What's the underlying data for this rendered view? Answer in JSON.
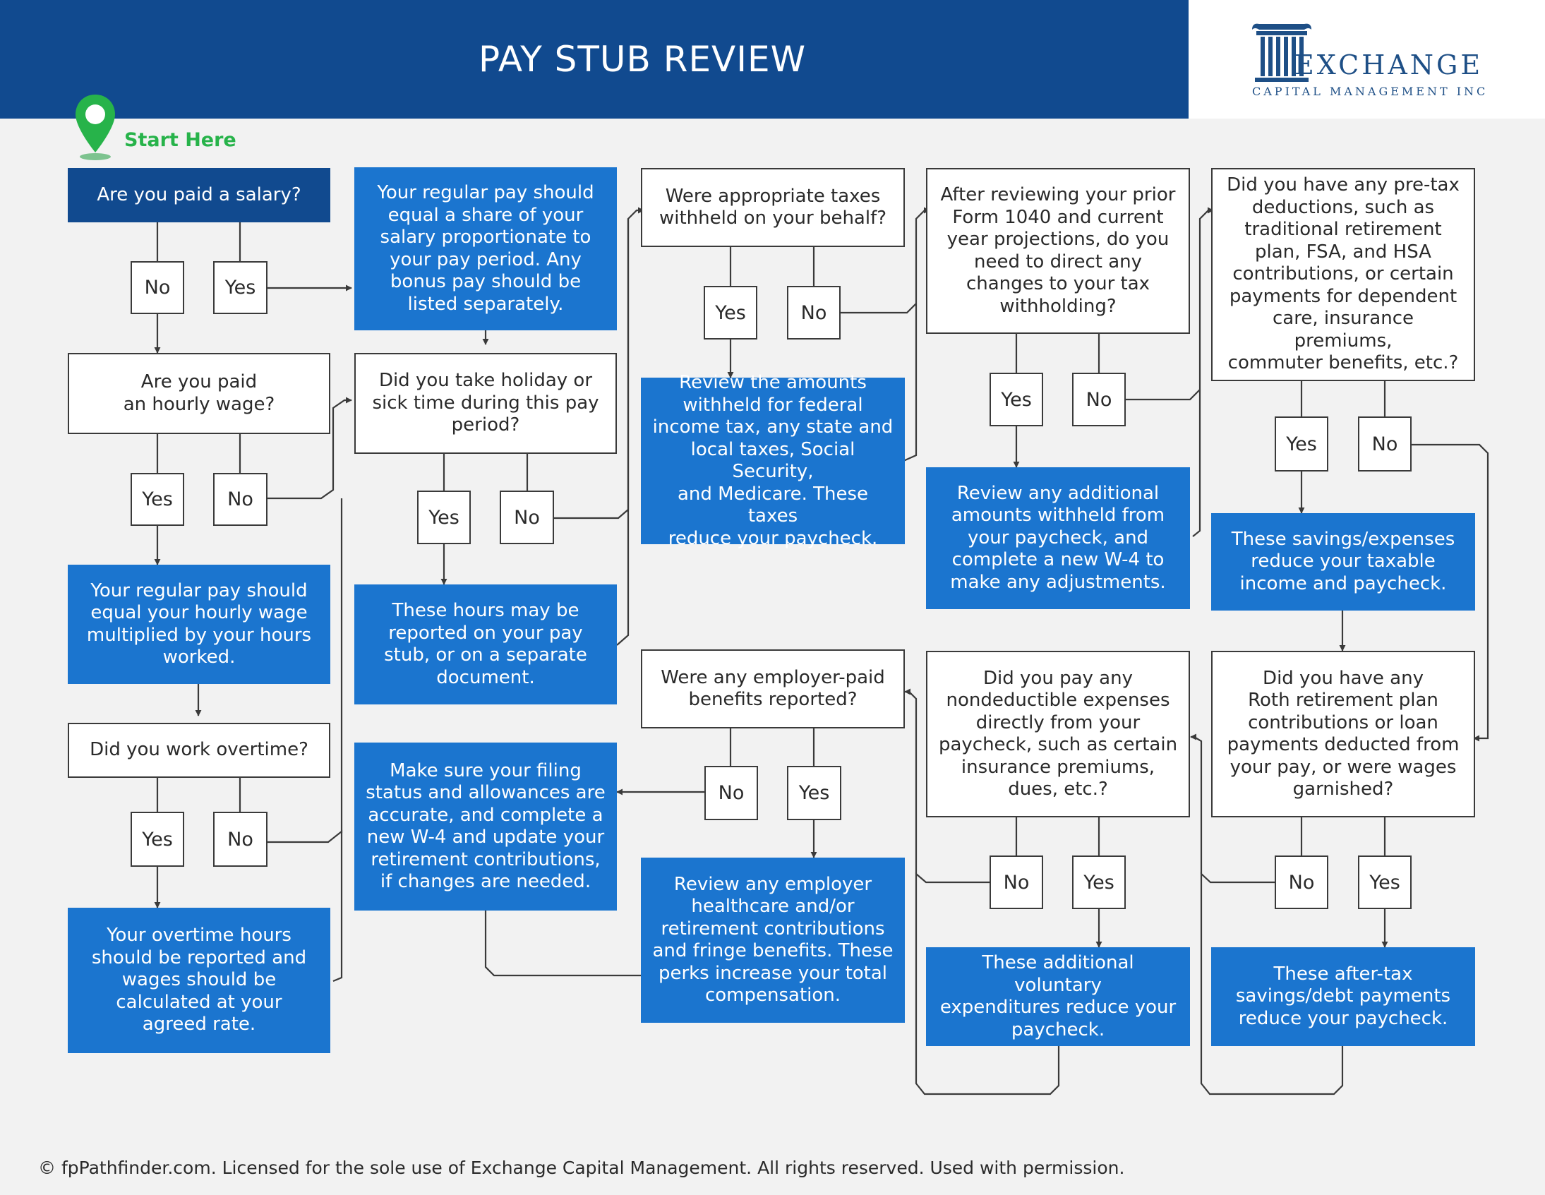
{
  "title": "PAY STUB REVIEW",
  "logo": {
    "word": "EXCHANGE",
    "initial": "E",
    "subtitle": "CAPITAL MANAGEMENT INC"
  },
  "start_label": "Start Here",
  "colors": {
    "header_blue": "#114a8f",
    "answer_blue": "#1b75cf",
    "start_green": "#27b34a",
    "background": "#f2f2f2"
  },
  "nodes": {
    "q_salary": "Are you paid a salary?",
    "a_salary": "Your regular pay should\nequal a share of your\nsalary proportionate to\nyour pay period. Any\nbonus pay should be\nlisted separately.",
    "q_hourly": "Are you paid\nan hourly wage?",
    "a_hourly": "Your regular pay should\nequal your hourly wage\nmultiplied by your hours\nworked.",
    "q_overtime": "Did you work overtime?",
    "a_overtime": "Your overtime hours\nshould be reported and\nwages should be\ncalculated at your\nagreed rate.",
    "q_holiday": "Did you take holiday or\nsick time during this pay\nperiod?",
    "a_holiday": "These hours may be\nreported on your pay\nstub, or on a separate\ndocument.",
    "q_taxes": "Were appropriate taxes\nwithheld on your behalf?",
    "a_taxes": "Review the amounts\nwithheld for federal\nincome tax, any state and\nlocal taxes, Social Security,\nand Medicare. These taxes\nreduce your paycheck.",
    "q_withholding": "After reviewing your prior\nForm 1040 and current\nyear projections, do you\nneed to direct any\nchanges to your tax\nwithholding?",
    "a_withholding": "Review any additional\namounts withheld from\nyour paycheck, and\ncomplete a new W-4 to\nmake any adjustments.",
    "q_pretax": "Did you have any pre-tax\ndeductions, such as\ntraditional retirement\nplan, FSA, and HSA\ncontributions, or certain\npayments for dependent\ncare, insurance premiums,\ncommuter benefits, etc.?",
    "a_pretax": "These savings/expenses\nreduce your taxable\nincome and paycheck.",
    "q_roth": "Did you have any\nRoth retirement plan\ncontributions or loan\npayments deducted from\nyour pay, or were wages\ngarnished?",
    "a_roth": "These after-tax\nsavings/debt payments\nreduce your paycheck.",
    "q_nondeductible": "Did you pay any\nnondeductible expenses\ndirectly from your\npaycheck, such as certain\ninsurance premiums,\ndues, etc.?",
    "a_nondeductible": "These additional voluntary\nexpenditures reduce your\npaycheck.",
    "q_benefits": "Were any employer-paid\nbenefits reported?",
    "a_benefits": "Review any employer\nhealthcare and/or\nretirement contributions\nand fringe benefits. These\nperks increase your total\ncompensation.",
    "a_final": "Make sure your filing\nstatus and allowances are\naccurate, and complete a\nnew W-4 and update your\nretirement contributions,\nif changes are needed."
  },
  "yes": "Yes",
  "no": "No",
  "footer": "© fpPathfinder.com. Licensed for the sole use of Exchange Capital Management. All rights reserved. Used with permission."
}
